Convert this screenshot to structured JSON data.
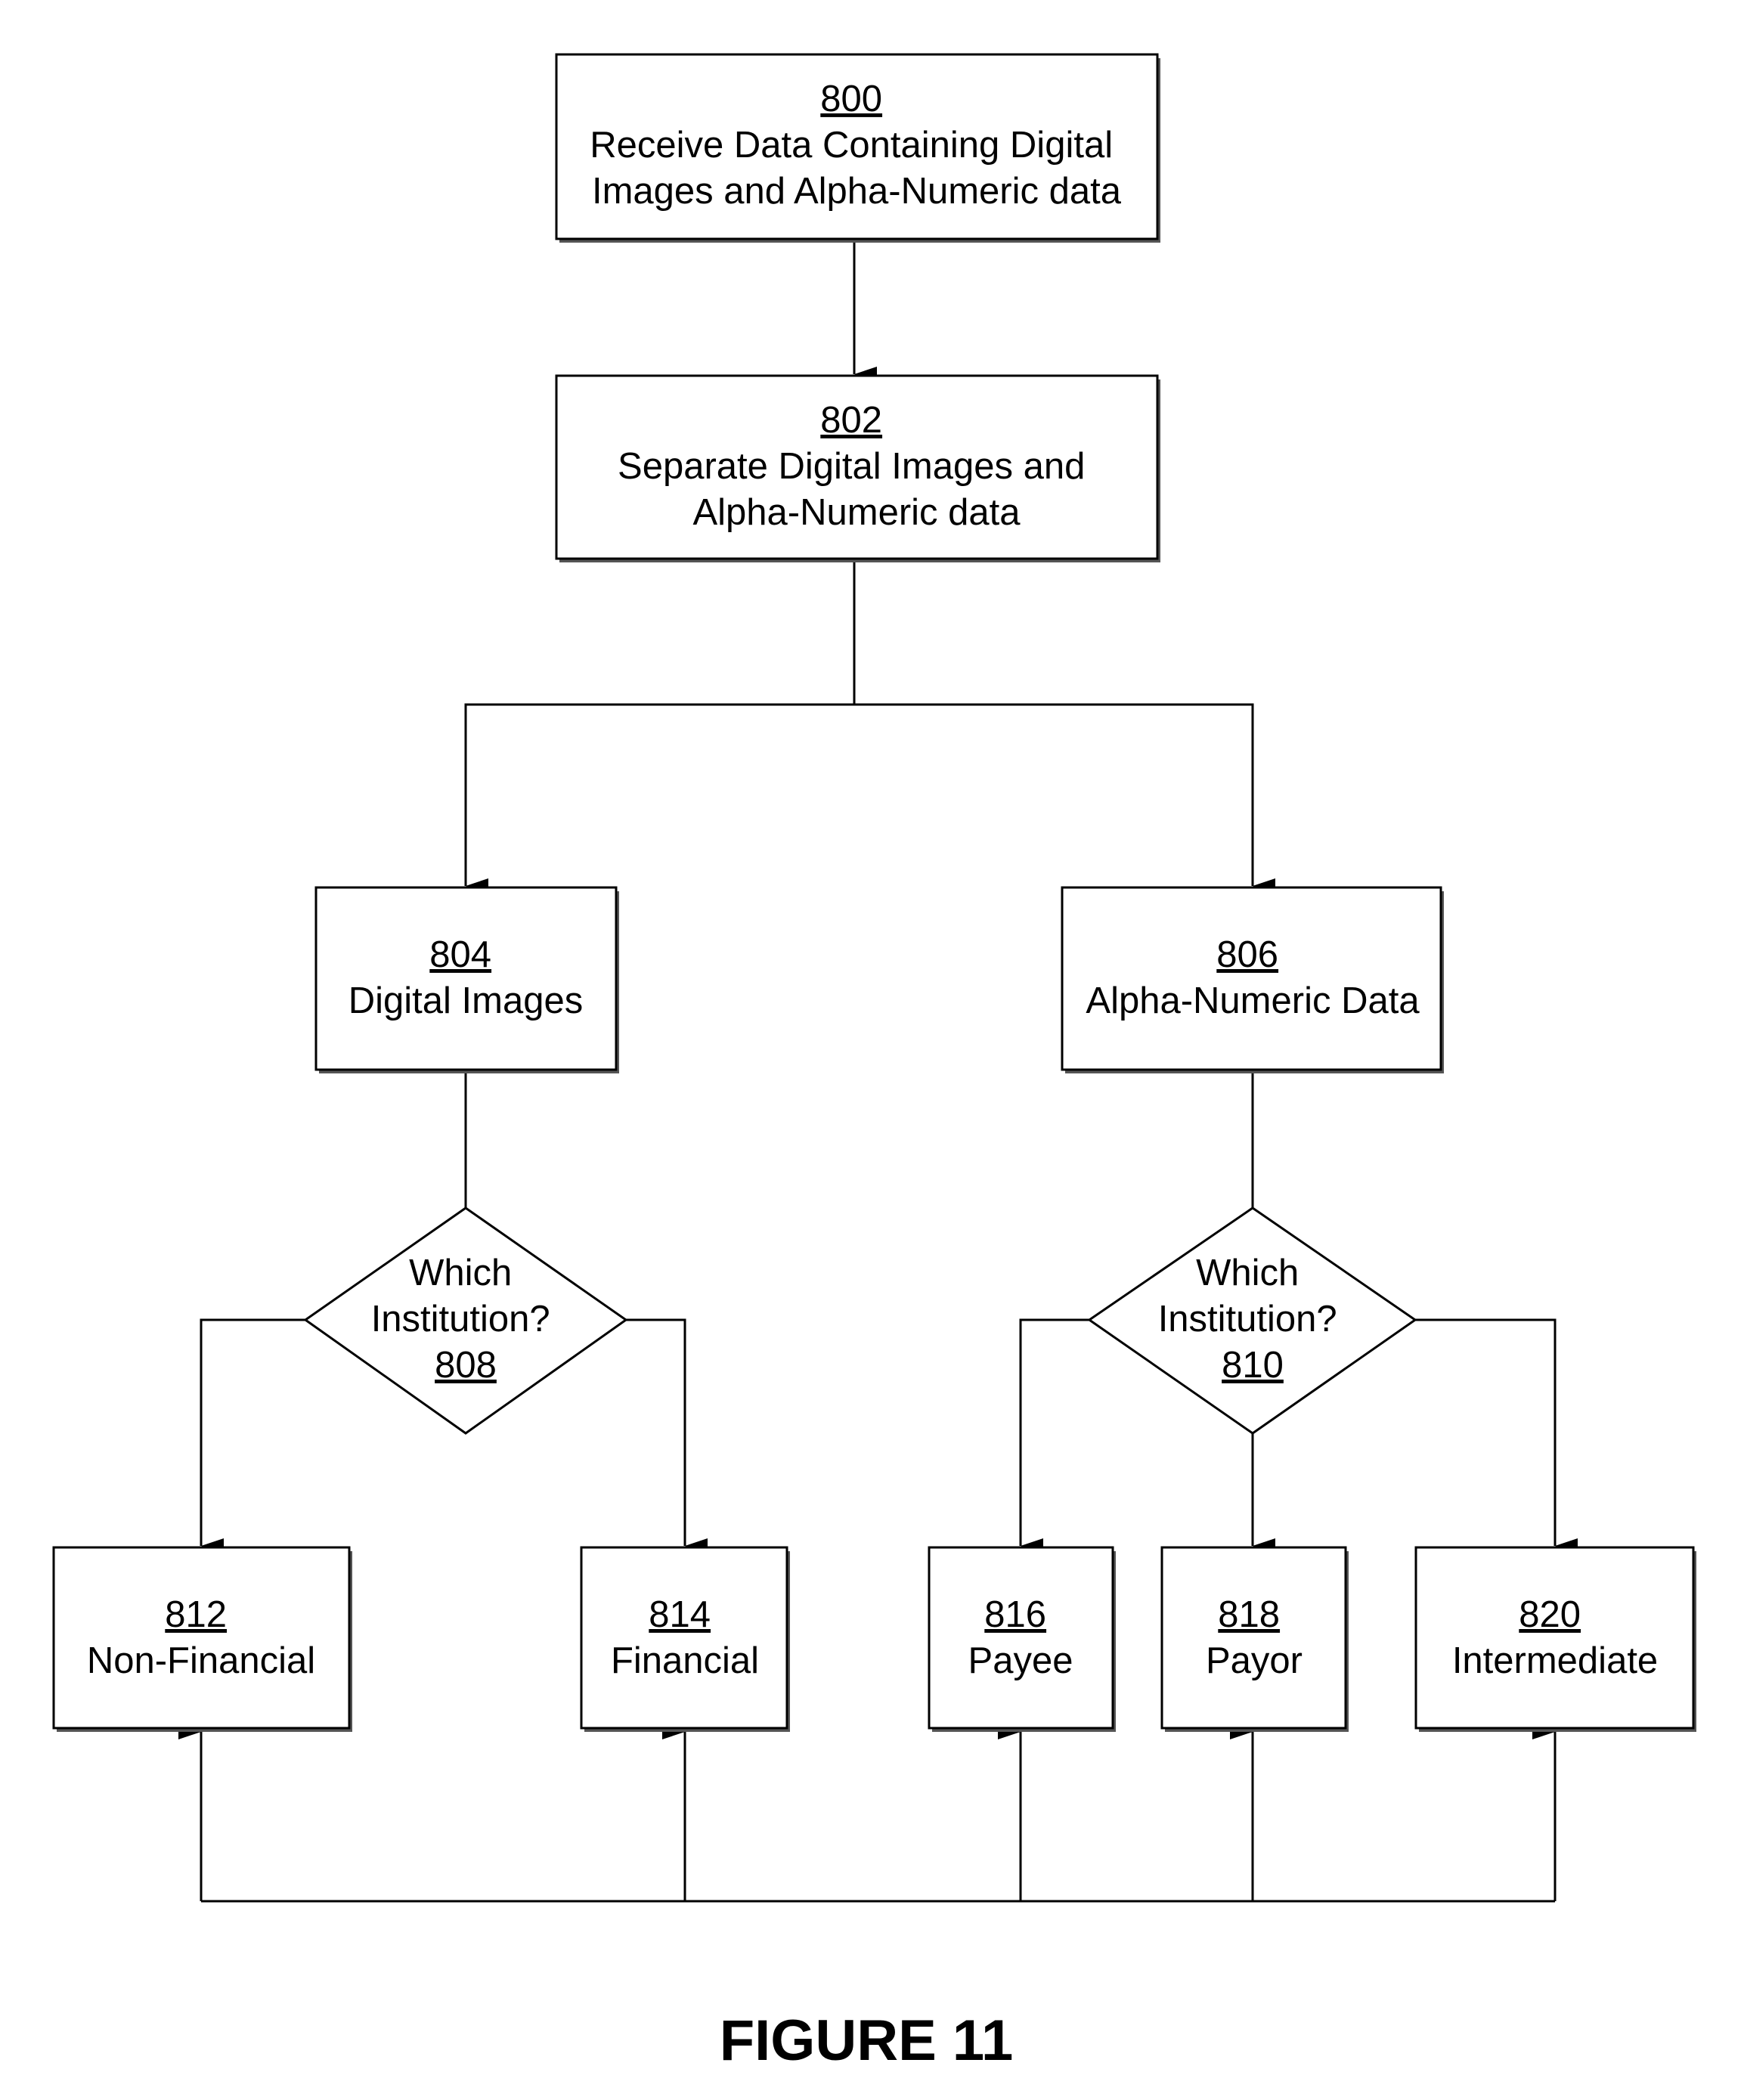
{
  "nodes": {
    "n800": {
      "ref": "800",
      "lines": [
        "Receive Data Containing Digital",
        "Images and Alpha-Numeric data"
      ]
    },
    "n802": {
      "ref": "802",
      "lines": [
        "Separate Digital Images and",
        "Alpha-Numeric data"
      ]
    },
    "n804": {
      "ref": "804",
      "lines": [
        "Digital Images"
      ]
    },
    "n806": {
      "ref": "806",
      "lines": [
        "Alpha-Numeric Data"
      ]
    },
    "n808": {
      "ref": "808",
      "lines": [
        "Which",
        "Institution?"
      ]
    },
    "n810": {
      "ref": "810",
      "lines": [
        "Which",
        "Institution?"
      ]
    },
    "n812": {
      "ref": "812",
      "lines": [
        "Non-Financial"
      ]
    },
    "n814": {
      "ref": "814",
      "lines": [
        "Financial"
      ]
    },
    "n816": {
      "ref": "816",
      "lines": [
        "Payee"
      ]
    },
    "n818": {
      "ref": "818",
      "lines": [
        "Payor"
      ]
    },
    "n820": {
      "ref": "820",
      "lines": [
        "Intermediate"
      ]
    }
  },
  "figure_label": "FIGURE 11"
}
